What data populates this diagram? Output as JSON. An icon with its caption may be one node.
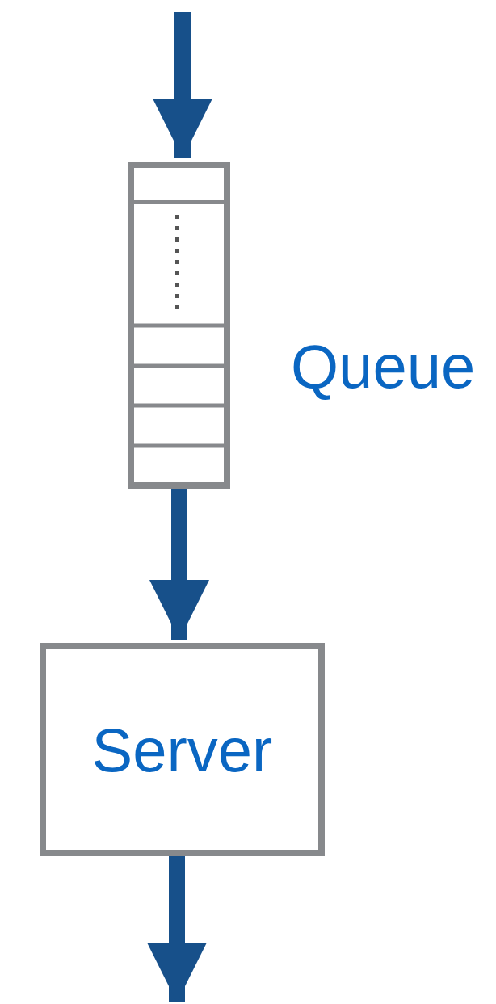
{
  "diagram": {
    "nodes": [
      {
        "text": [],
        "shape": "box",
        "beside": [
          "Queue"
        ]
      },
      {
        "text": [
          "Server"
        ]
      }
    ],
    "edges": [
      {
        "from": null,
        "to": 0,
        "arrow": "to"
      },
      {
        "from": 0,
        "to": 1,
        "arrow": "to"
      },
      {
        "from": 1,
        "to": null,
        "arrow": "to"
      }
    ]
  }
}
